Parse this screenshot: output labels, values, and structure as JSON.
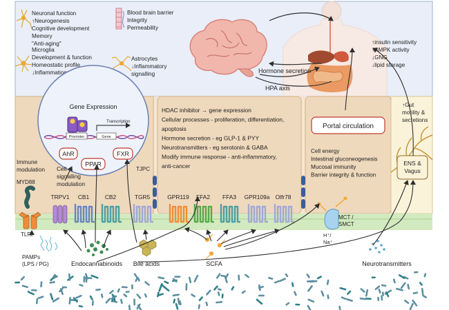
{
  "colors": {
    "brain_panel": "#e9eef8",
    "epithelium": "#f3e6d3",
    "membrane": "#d3eac1",
    "cell_text_box": "#f0d8bc",
    "ens_box": "#fbf3d9",
    "receptor_purple": "#b48ad6",
    "receptor_blue": "#6a84c2",
    "receptor_teal": "#4f9ea0",
    "receptor_green": "#5aa84c",
    "receptor_orange": "#f08c3a",
    "receptor_lavender": "#a2a7d6",
    "nucleus_red": "#c0392b",
    "tjpc": "#3a5d9c",
    "bacteria": "#5c8fa0"
  },
  "brain": {
    "effects": [
      {
        "icon": "neuron-icon",
        "lines": [
          "Neuronal function",
          "↑Neurogenesis",
          "Cognitive development",
          "Memory",
          "\"Anti-aging\""
        ]
      },
      {
        "icon": "bbb-icon",
        "lines": [
          "Blood brain barrier",
          "Integrity",
          "Permeability"
        ]
      },
      {
        "icon": "microglia-icon",
        "lines": [
          "Microglia",
          "Development & function",
          "Homeostatic profile",
          "↓Inflammation"
        ]
      },
      {
        "icon": "astrocyte-icon",
        "lines": [
          "Astrocytes",
          "↓Inflammatory",
          "signalling"
        ]
      }
    ],
    "hormone_secretion": "Hormone secretion",
    "hpa_axis": "HPA axis",
    "metabolic_effects": [
      "↑insulin sensitivity",
      "↑AMPK activity",
      "↓GNG",
      "↓lipid storage"
    ]
  },
  "gene_expression": {
    "title": "Gene Expression",
    "transcription": "Transcription",
    "promoter": "Promoter",
    "gene": "Gene",
    "nuclear_receptors": [
      "AhR",
      "PPAR",
      "FXR"
    ]
  },
  "cell_effects": [
    "HDAC inhibitor → gene expression",
    "Cellular processes - proliferation, differentiation,",
    "apoptosis",
    "Hormone secretion - eg GLP-1 & PYY",
    "Neurotransmitters - eg serotonin & GABA",
    "Modify immune response - anti-inflammatory,",
    "anti-cancer"
  ],
  "portal": {
    "label": "Portal circulation",
    "effects": [
      "Cell energy",
      "Intestinal gluconeogenesis",
      "Mucosal immunity",
      "Barrier integrity & function"
    ]
  },
  "ens": {
    "label_lines": [
      "ENS &",
      "Vagus"
    ],
    "effects": [
      "↑Gut",
      "motility &",
      "secretions"
    ]
  },
  "immune": {
    "immune_modulation": [
      "Immune",
      "modulation"
    ],
    "myd88": "MYD88",
    "tlr": "TLR",
    "pamps": [
      "PAMPs",
      "(LPS / PG)"
    ]
  },
  "cell_signalling": [
    "Cell",
    "signalling",
    "modulation"
  ],
  "tjpc": "TJPC",
  "receptors": [
    "TRPV1",
    "CB1",
    "CB2",
    "TGR5",
    "GPR119",
    "FFA2",
    "FFA3",
    "GPR109a",
    "Olfr78"
  ],
  "transporter": {
    "label_lines": [
      "MCT /",
      "SMCT"
    ],
    "ions": [
      "H⁺/",
      "Na⁺"
    ]
  },
  "metabolites": [
    "Endocannabinoids",
    "Bile acids",
    "SCFA",
    "Neurotransmitters"
  ]
}
